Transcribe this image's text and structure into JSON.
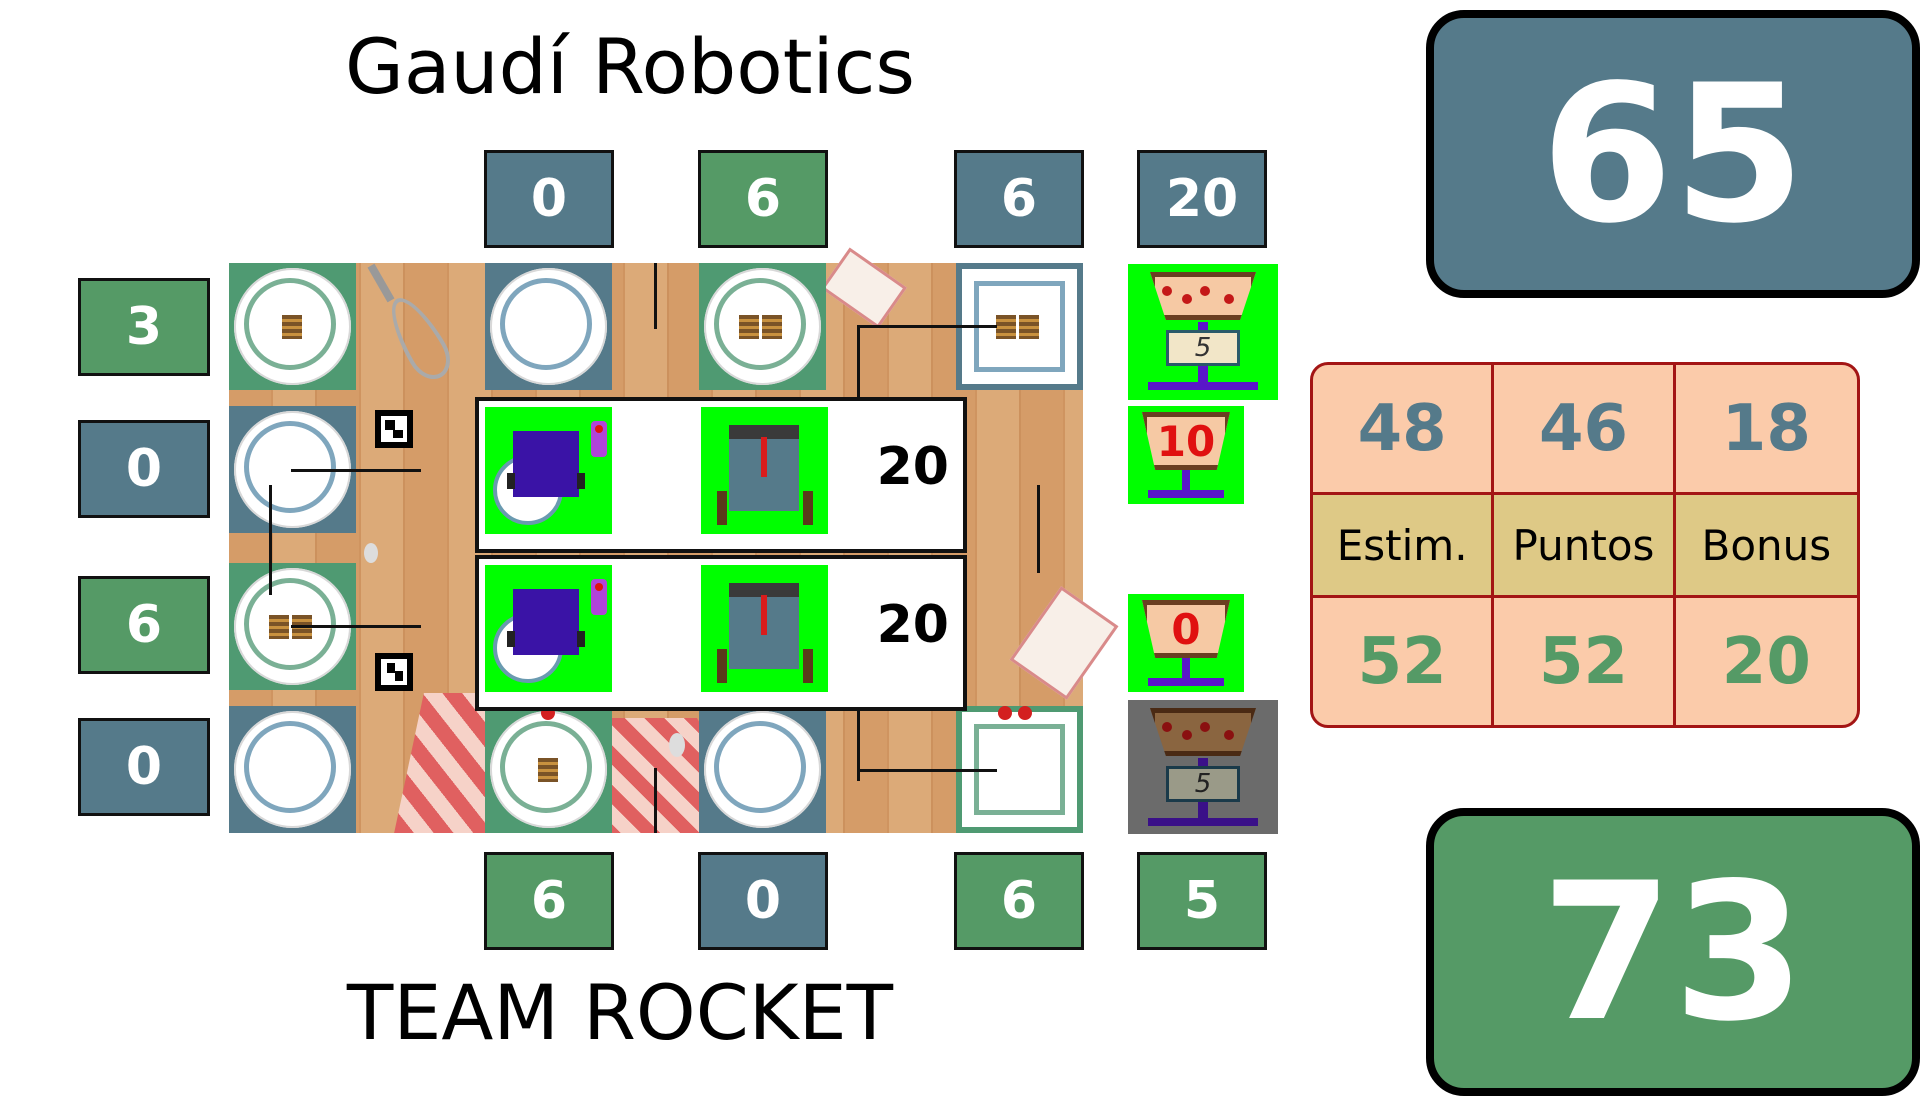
{
  "teams": {
    "top": "Gaudí Robotics",
    "bottom": "TEAM ROCKET"
  },
  "scores": {
    "top_total": "65",
    "bottom_total": "73"
  },
  "top_boxes": [
    {
      "value": "0",
      "color": "blue"
    },
    {
      "value": "6",
      "color": "green"
    },
    {
      "value": "6",
      "color": "blue"
    },
    {
      "value": "20",
      "color": "blue"
    }
  ],
  "bottom_boxes": [
    {
      "value": "6",
      "color": "green"
    },
    {
      "value": "0",
      "color": "blue"
    },
    {
      "value": "6",
      "color": "green"
    },
    {
      "value": "5",
      "color": "green"
    }
  ],
  "left_boxes": [
    {
      "value": "3",
      "color": "green"
    },
    {
      "value": "0",
      "color": "blue"
    },
    {
      "value": "6",
      "color": "green"
    },
    {
      "value": "0",
      "color": "blue"
    }
  ],
  "robots": {
    "row1_points": "20",
    "row2_points": "20"
  },
  "cherry_baskets": {
    "top_scale": "5",
    "mid1": "10",
    "mid2": "0",
    "bottom_scale": "5"
  },
  "stats": {
    "top_row": [
      "48",
      "46",
      "18"
    ],
    "labels": [
      "Estim.",
      "Puntos",
      "Bonus"
    ],
    "bottom_row": [
      "52",
      "52",
      "20"
    ]
  },
  "colors": {
    "blue": "#557a8a",
    "green": "#559a66",
    "table_bg": "#fbcbaa",
    "label_bg": "#dec986",
    "border_red": "#a31515",
    "bright_green": "#00ff00"
  }
}
